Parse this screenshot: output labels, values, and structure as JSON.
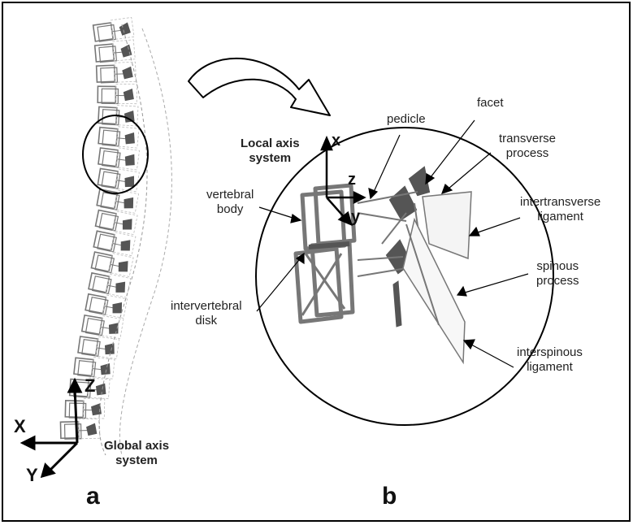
{
  "panels": {
    "left": "a",
    "right": "b"
  },
  "global_axis": {
    "label": "Global axis\nsystem",
    "x": "X",
    "y": "Y",
    "z": "Z"
  },
  "local_axis": {
    "label": "Local axis\nsystem",
    "x": "x",
    "y": "y",
    "z": "z"
  },
  "annotations": {
    "pedicle": "pedicle",
    "facet": "facet",
    "transverse_process": "transverse\nprocess",
    "intertransverse_ligament": "intertransverse\nligament",
    "vertebral_body": "vertebral\nbody",
    "spinous_process": "spinous\nprocess",
    "intervertebral_disk": "intervertebral\ndisk",
    "interspinous_ligament": "interspinous\nligament"
  },
  "colors": {
    "frame": "#000000",
    "model": "#777777",
    "model_dark": "#555555",
    "text": "#222222"
  }
}
